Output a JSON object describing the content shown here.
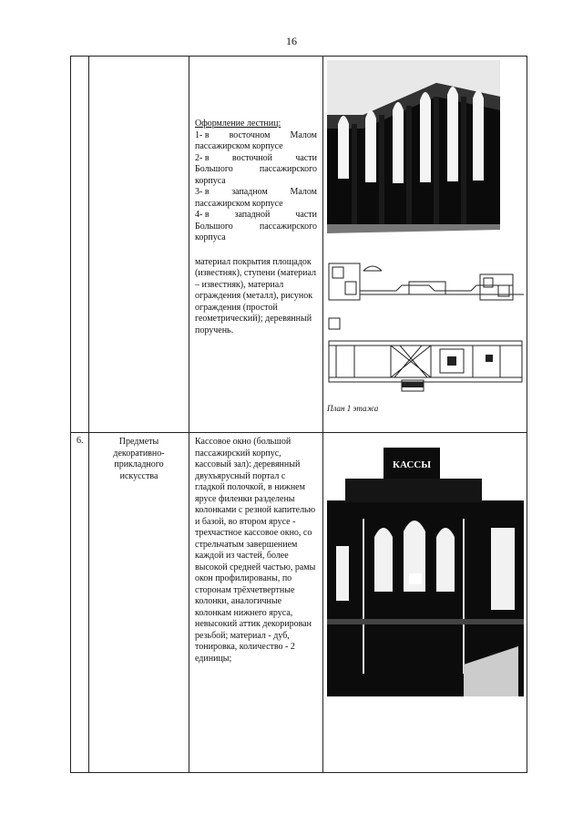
{
  "page_number": "16",
  "row1": {
    "number": "",
    "category": "",
    "stair_title": "Оформление лестниц:",
    "stair_lines": [
      [
        "1- в",
        "восточном",
        "Малом"
      ],
      [
        "пассажирском корпусе"
      ],
      [
        "2- в",
        "восточной",
        "части"
      ],
      [
        "Большого",
        "пассажирского"
      ],
      [
        "корпуса"
      ],
      [
        "3- в",
        "западном",
        "Малом"
      ],
      [
        "пассажирском корпусе"
      ],
      [
        "4- в",
        "западной",
        "части"
      ],
      [
        "Большого",
        "пассажирского"
      ],
      [
        "корпуса"
      ]
    ],
    "materials": "материал покрытия площадок (известняк), ступени (материал – известняк), материал ограждения (металл), рисунок ограждения (простой геометрический); деревянный поручень.",
    "plan_caption": "План 1 этажа"
  },
  "row2": {
    "number": "6.",
    "category": "Предметы декоративно-прикладного искусства",
    "description": "Кассовое окно (большой пассажирский корпус, кассовый зал): деревянный двухъярусный портал с гладкой полочкой, в нижнем ярусе филенки разделены колонками с резной капителью и базой, во втором ярусе - трехчастное кассовое окно, со стрельчатым завершением каждой из частей, более высокой средней частью, рамы окон профилированы, по сторонам трёхчетвертные колонки, аналогичные колонкам нижнего яруса, невысокий аттик декорирован резьбой; материал - дуб, тонировка, количество - 2 единицы;",
    "sign_text": "КАССЫ"
  }
}
